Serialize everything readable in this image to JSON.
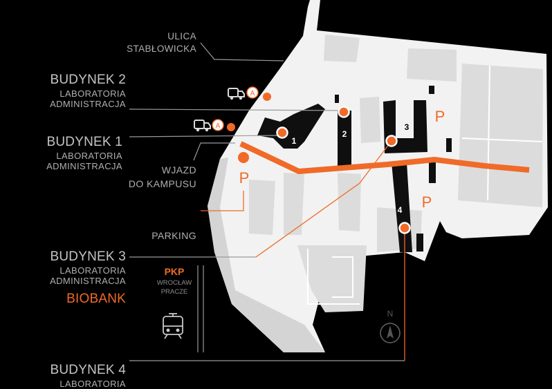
{
  "labels": {
    "street_line1": "ULICA",
    "street_line2": "STABŁOWICKA",
    "entrance_line1": "WJAZD",
    "entrance_line2": "DO KAMPUSU",
    "parking": "PARKING",
    "pkp": "PKP",
    "station_line1": "WROCŁAW",
    "station_line2": "PRACZE",
    "biobank": "BIOBANK",
    "north": "N",
    "parking_symbol": "P",
    "delivery_badge": "A"
  },
  "buildings": [
    {
      "title": "BUDYNEK 2",
      "lines": [
        "LABORATORIA",
        "ADMINISTRACJA"
      ],
      "number": "2"
    },
    {
      "title": "BUDYNEK 1",
      "lines": [
        "LABORATORIA",
        "ADMINISTRACJA"
      ],
      "number": "1"
    },
    {
      "title": "BUDYNEK 3",
      "lines": [
        "LABORATORIA",
        "ADMINISTRACJA"
      ],
      "number": "3"
    },
    {
      "title": "BUDYNEK 4",
      "lines": [
        "LABORATORIA"
      ],
      "number": "4"
    }
  ],
  "colors": {
    "background": "#000000",
    "campus": "#f2f2f2",
    "road": "#d6d6d6",
    "building": "#0f0f0f",
    "accent": "#f06a28",
    "leader": "#9a9a9a"
  },
  "icons": [
    "truck-icon",
    "train-icon",
    "compass-icon",
    "marker-icon"
  ]
}
